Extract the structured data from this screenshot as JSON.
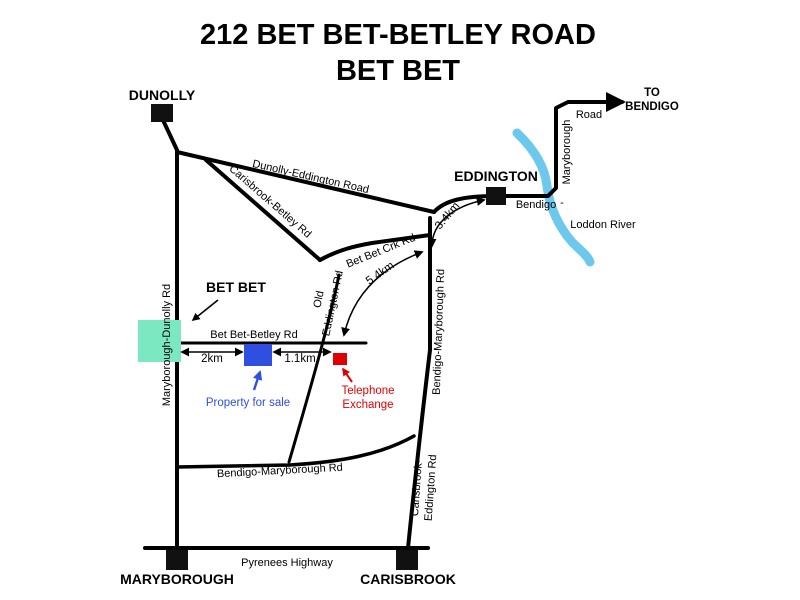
{
  "title": {
    "line1": "212 BET BET-BETLEY ROAD",
    "line2": "BET BET"
  },
  "towns": {
    "dunolly": "DUNOLLY",
    "eddington": "EDDINGTON",
    "maryborough": "MARYBOROUGH",
    "carisbrook": "CARISBROOK",
    "bet_bet": "BET BET",
    "to_bendigo": {
      "line1": "TO",
      "line2": "BENDIGO"
    }
  },
  "roads": {
    "dunolly_eddington": "Dunolly-Eddington Road",
    "carisbrook_betley": "Carisbrook-Betley Rd",
    "maryborough_dunolly": "Maryborough-Dunolly Rd",
    "bet_bet_betley": "Bet Bet-Betley Rd",
    "bet_bet_crk": "Bet Bet Crk Rd",
    "old_eddington": {
      "line1": "Old",
      "line2": "Eddington Rd"
    },
    "bendigo_maryborough_east": "Bendigo-Maryborough Rd",
    "bendigo_maryborough_south": "Bendigo-Maryborough Rd",
    "carisbrook_eddington": {
      "line1": "Carisbrook-",
      "line2": "Eddington Rd"
    },
    "pyrenees": "Pyrenees Highway",
    "bm_road_word": "Road",
    "bm_maryborough_word": "Maryborough",
    "bm_bendigo_word": "Bendigo",
    "bm_dash": "-"
  },
  "features": {
    "loddon_river": "Loddon River"
  },
  "distances": {
    "d2km": "2km",
    "d11km": "1.1km",
    "d54km": "5.4km",
    "d34km": "3.4km"
  },
  "markers": {
    "property": {
      "label": "Property for sale",
      "color": "#2f4fe0"
    },
    "telephone": {
      "line1": "Telephone",
      "line2": "Exchange",
      "color": "#e00000"
    }
  },
  "colors": {
    "river": "#6cc8ec",
    "bet_bet_marker": "#7ce8c2",
    "road": "#000000"
  }
}
